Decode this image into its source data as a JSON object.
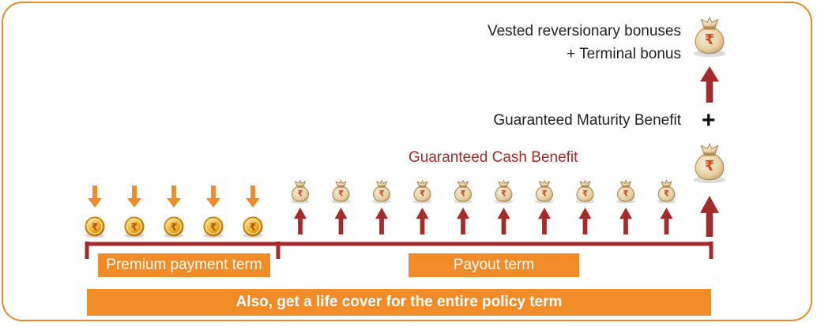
{
  "labels": {
    "vested_line1": "Vested reversionary bonuses",
    "vested_line2": "+ Terminal bonus",
    "maturity": "Guaranteed Maturity Benefit",
    "plus": "+",
    "cash_benefit": "Guaranteed Cash Benefit",
    "premium_term": "Premium payment term",
    "payout_term": "Payout term",
    "life_cover": "Also, get a life cover for the entire policy term"
  },
  "symbols": {
    "rupee": "₹"
  },
  "counts": {
    "premium_payments": 5,
    "cash_payouts": 10
  },
  "colors": {
    "frame": "#e98b2a",
    "orange": "#f28c28",
    "maroon": "#a52a2a",
    "coin": "#e8a317",
    "bag": "#e9d6b0"
  }
}
